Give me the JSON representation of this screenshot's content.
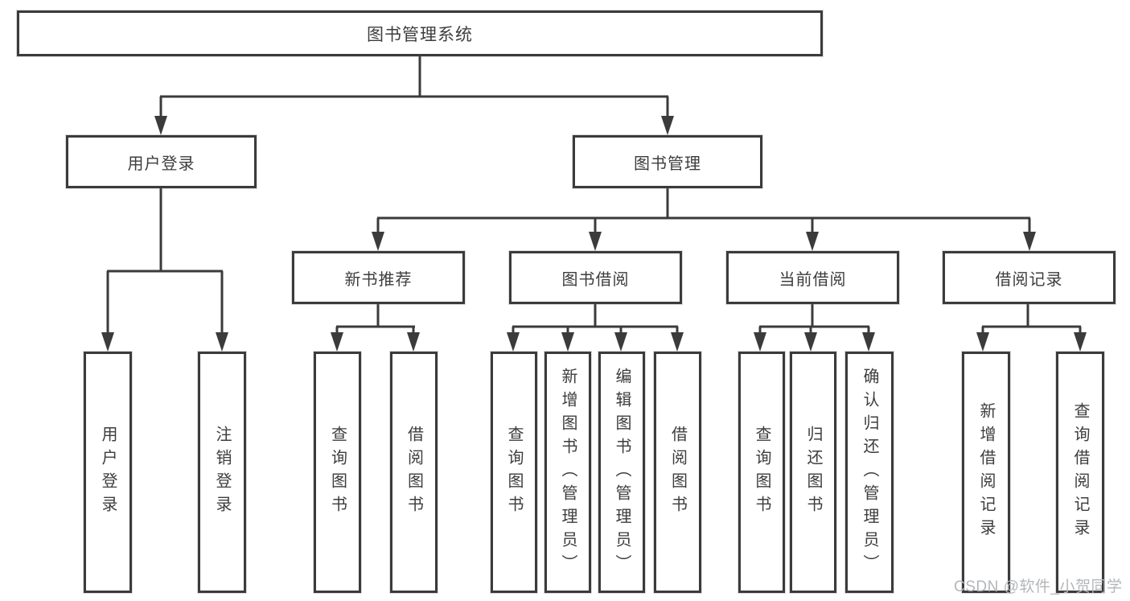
{
  "diagram": {
    "type": "hierarchy-tree",
    "root": {
      "label": "图书管理系统",
      "children": [
        {
          "label": "用户登录",
          "children": [
            {
              "label": "用户登录"
            },
            {
              "label": "注销登录"
            }
          ]
        },
        {
          "label": "图书管理",
          "children": [
            {
              "label": "新书推荐",
              "children": [
                {
                  "label": "查询图书"
                },
                {
                  "label": "借阅图书"
                }
              ]
            },
            {
              "label": "图书借阅",
              "children": [
                {
                  "label": "查询图书"
                },
                {
                  "label": "新增图书（管理员）"
                },
                {
                  "label": "编辑图书（管理员）"
                },
                {
                  "label": "借阅图书"
                }
              ]
            },
            {
              "label": "当前借阅",
              "children": [
                {
                  "label": "查询图书"
                },
                {
                  "label": "归还图书"
                },
                {
                  "label": "确认归还（管理员）"
                }
              ]
            },
            {
              "label": "借阅记录",
              "children": [
                {
                  "label": "新增借阅记录"
                },
                {
                  "label": "查询借阅记录"
                }
              ]
            }
          ]
        }
      ]
    }
  },
  "watermark": {
    "text": "CSDN @软件_小贺同学"
  },
  "colors": {
    "line": "#3b3b3b",
    "box_border": "#3b3b3b",
    "text": "#3d3d3d",
    "box_background": "#ffffff",
    "page_background": "#ffffff",
    "watermark": "#b3b6ba"
  }
}
